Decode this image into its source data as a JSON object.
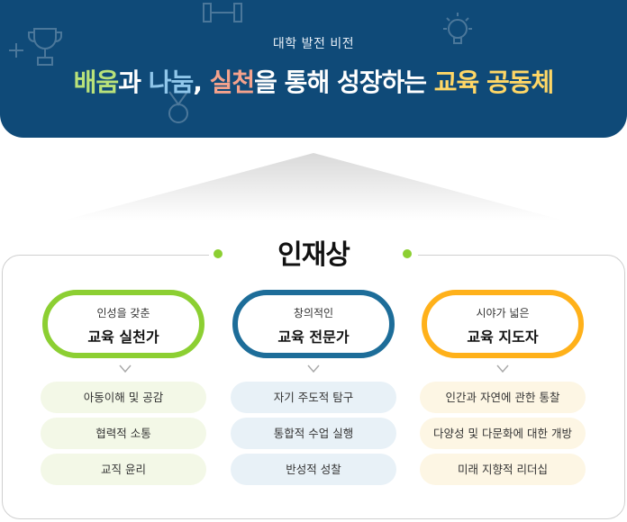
{
  "banner": {
    "subtitle": "대학 발전 비전",
    "headline": {
      "part1": "배움",
      "part2": "과 ",
      "part3": "나눔",
      "part4": ", ",
      "part5": "실천",
      "part6": "을 통해 성장하는 ",
      "part7": "교육 공동체"
    }
  },
  "panel": {
    "title": "인재상"
  },
  "columns": [
    {
      "small": "인성을 갖춘",
      "big": "교육 실천가",
      "items": [
        "아동이해 및 공감",
        "협력적 소통",
        "교직 윤리"
      ],
      "color": "#8ccf32"
    },
    {
      "small": "창의적인",
      "big": "교육 전문가",
      "items": [
        "자기 주도적 탐구",
        "통합적 수업 실행",
        "반성적 성찰"
      ],
      "color": "#1d6d99"
    },
    {
      "small": "시야가 넓은",
      "big": "교육 지도자",
      "items": [
        "인간과 자연에 관한 통찰",
        "다양성 및 다문화에 대한 개방",
        "미래 지향적 리더십"
      ],
      "color": "#ffb11a"
    }
  ]
}
